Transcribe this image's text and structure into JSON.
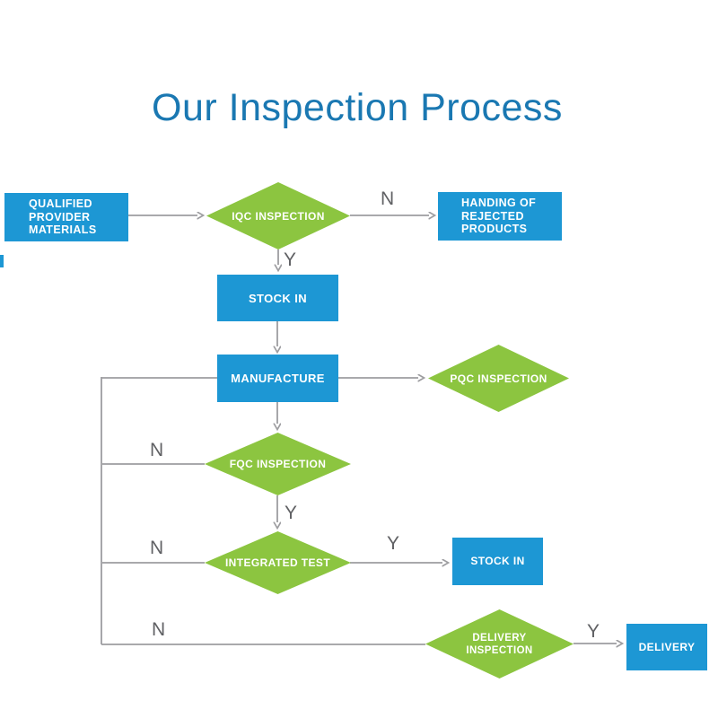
{
  "title": "Our Inspection Process",
  "colors": {
    "title": "#1a78b2",
    "box": "#1d97d4",
    "diamond": "#8cc540",
    "line": "#9d9da0",
    "branch_label": "#606164"
  },
  "nodes": {
    "qualified": {
      "lines": [
        "QUALIFIED",
        "PROVIDER",
        "MATERIALS"
      ]
    },
    "iqc": {
      "label": "IQC INSPECTION"
    },
    "handing": {
      "lines": [
        "HANDING OF",
        "REJECTED",
        "PRODUCTS"
      ]
    },
    "stock_in_1": {
      "label": "STOCK IN"
    },
    "manufacture": {
      "label": "MANUFACTURE"
    },
    "pqc": {
      "label": "PQC INSPECTION"
    },
    "fqc": {
      "label": "FQC INSPECTION"
    },
    "integrated": {
      "label": "INTEGRATED TEST"
    },
    "delivery_inspection": {
      "lines": [
        "DELIVERY",
        "INSPECTION"
      ]
    },
    "stock_in_2": {
      "label": "STOCK IN"
    },
    "delivery": {
      "label": "DELIVERY"
    }
  },
  "branch_labels": {
    "iqc_no": "N",
    "iqc_yes": "Y",
    "fqc_no": "N",
    "fqc_yes": "Y",
    "integrated_no": "N",
    "integrated_yes": "Y",
    "delivery_no": "N",
    "delivery_yes": "Y"
  }
}
